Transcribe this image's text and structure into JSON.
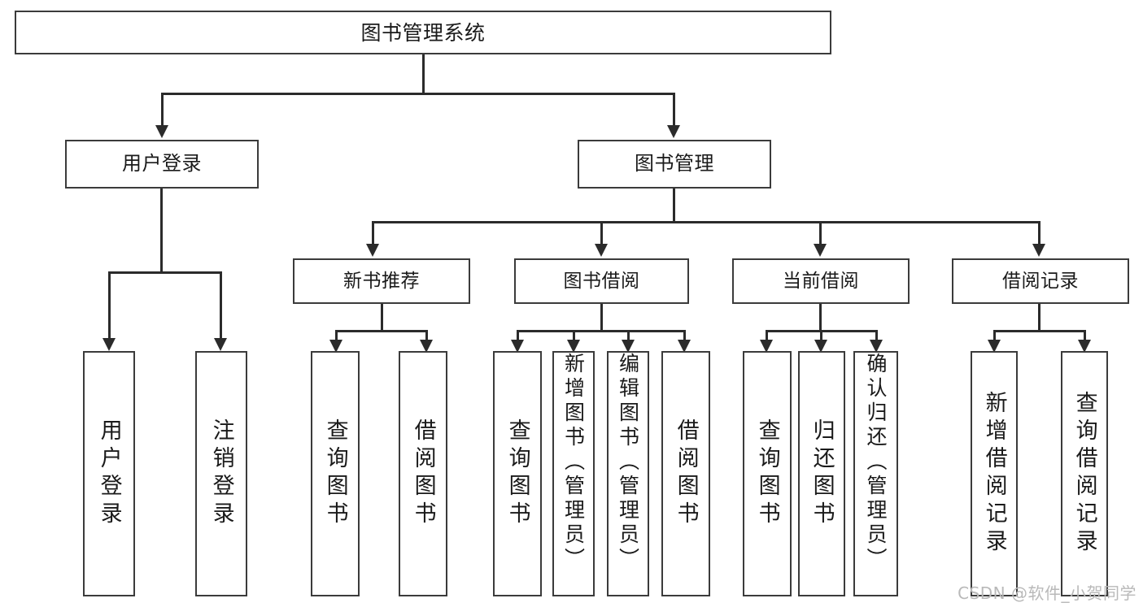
{
  "diagram": {
    "title": "图书管理系统",
    "type": "tree",
    "root": {
      "label": "图书管理系统"
    },
    "level1": [
      {
        "label": "用户登录"
      },
      {
        "label": "图书管理"
      }
    ],
    "level2": [
      {
        "label": "新书推荐"
      },
      {
        "label": "图书借阅"
      },
      {
        "label": "当前借阅"
      },
      {
        "label": "借阅记录"
      }
    ],
    "leaves": {
      "user_login": [
        {
          "label": "用户登录"
        },
        {
          "label": "注销登录"
        }
      ],
      "new_book_recommend": [
        {
          "label": "查询图书"
        },
        {
          "label": "借阅图书"
        }
      ],
      "book_borrow": [
        {
          "label": "查询图书"
        },
        {
          "label": "新增图书（管理员）"
        },
        {
          "label": "编辑图书（管理员）"
        },
        {
          "label": "借阅图书"
        }
      ],
      "current_borrow": [
        {
          "label": "查询图书"
        },
        {
          "label": "归还图书"
        },
        {
          "label": "确认归还（管理员）"
        }
      ],
      "borrow_record": [
        {
          "label": "新增借阅记录"
        },
        {
          "label": "查询借阅记录"
        }
      ]
    }
  },
  "watermark": {
    "text": "CSDN @软件_小贺同学"
  },
  "colors": {
    "box_border": "#3b3b3b",
    "connector": "#2b2b2b",
    "background": "#ffffff",
    "text": "#1a1a1a",
    "watermark": "#b9b9b9"
  }
}
